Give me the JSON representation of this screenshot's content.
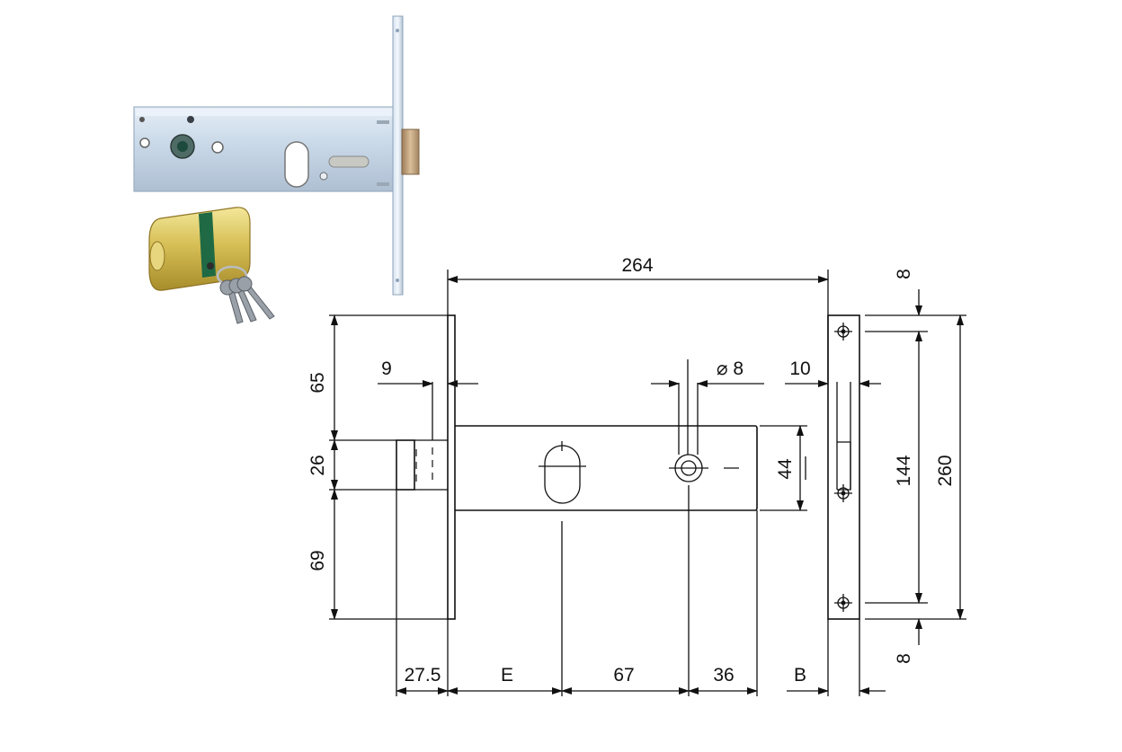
{
  "dimensions": {
    "overall_length": "264",
    "cylinder_hole_dia": "⌀ 8",
    "plate_thickness": "9",
    "strike_width": "10",
    "top_offset": "65",
    "latch_height": "26",
    "bottom_offset": "69",
    "body_height": "44",
    "strike_height": "144",
    "faceplate_height": "260",
    "strike_top_margin": "8",
    "strike_bottom_margin": "8",
    "latch_projection": "27.5",
    "backset": "E",
    "hole_spacing": "67",
    "rear_distance": "36",
    "strike_offset": "B"
  },
  "colors": {
    "line": "#111111",
    "lock_body": "#cfdcea",
    "brass": "#c9b24a",
    "latch_bronze": "#b89a72"
  },
  "icons": [
    "mortise-lock-photo-icon",
    "euro-cylinder-photo-icon",
    "keys-icon"
  ]
}
